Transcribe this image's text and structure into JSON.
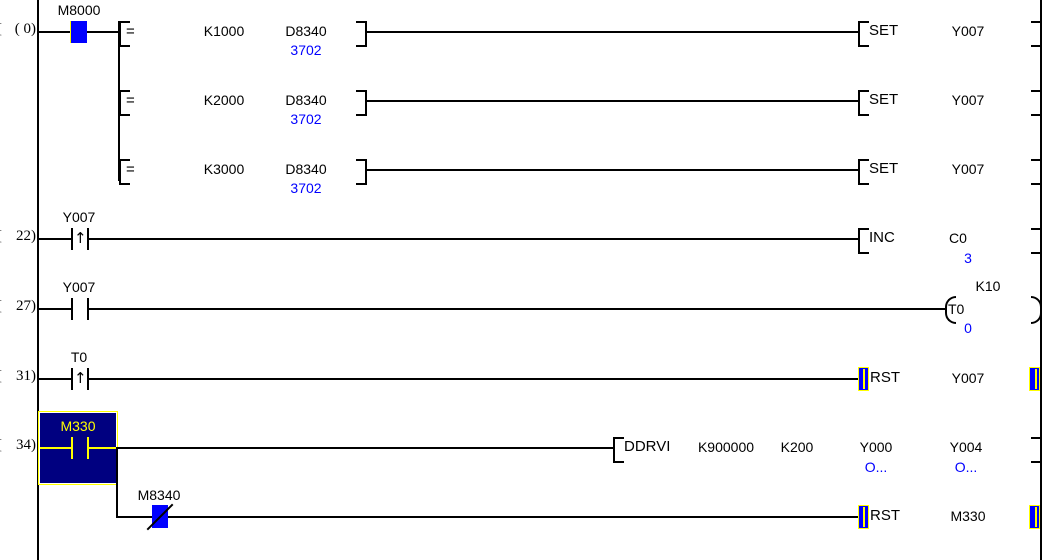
{
  "app": {
    "kind": "plc-ladder-editor",
    "title": "Ladder Program"
  },
  "colors": {
    "wire": "#000000",
    "device_text": "#000000",
    "monitor_value": "#0000ff",
    "energized": "#0000ff",
    "selection_fill": "#000080",
    "selection_border": "#ffff00"
  },
  "rungs": [
    {
      "step": "(    0)",
      "input": {
        "device": "M8000",
        "type": "no-contact",
        "state": "on"
      },
      "branches": [
        {
          "compare": "=",
          "op1": "K1000",
          "op2": "D8340",
          "op2_value": "3702",
          "output": {
            "instruction": "SET",
            "device": "Y007"
          }
        },
        {
          "compare": "=",
          "op1": "K2000",
          "op2": "D8340",
          "op2_value": "3702",
          "output": {
            "instruction": "SET",
            "device": "Y007"
          }
        },
        {
          "compare": "=",
          "op1": "K3000",
          "op2": "D8340",
          "op2_value": "3702",
          "output": {
            "instruction": "SET",
            "device": "Y007"
          }
        }
      ]
    },
    {
      "step": "22)",
      "input": {
        "device": "Y007",
        "type": "rising-edge-contact",
        "state": "off"
      },
      "output": {
        "instruction": "INC",
        "device": "C0",
        "value": "3"
      }
    },
    {
      "step": "27)",
      "input": {
        "device": "Y007",
        "type": "no-contact",
        "state": "off"
      },
      "output": {
        "instruction": "coil",
        "device": "T0",
        "preset": "K10",
        "value": "0"
      }
    },
    {
      "step": "31)",
      "input": {
        "device": "T0",
        "type": "rising-edge-contact",
        "state": "off"
      },
      "output": {
        "instruction": "RST",
        "device": "Y007",
        "selected": true
      }
    },
    {
      "step": "34)",
      "input": {
        "device": "M330",
        "type": "no-contact",
        "state": "off",
        "selected": true
      },
      "output": {
        "instruction": "DDRVI",
        "op1": "K900000",
        "op2": "K200",
        "op3": "Y000",
        "op3_value": "O...",
        "op4": "Y004",
        "op4_value": "O..."
      },
      "sub": {
        "input": {
          "device": "M8340",
          "type": "nc-contact",
          "state": "on"
        },
        "output": {
          "instruction": "RST",
          "device": "M330",
          "selected": true
        }
      }
    }
  ],
  "step_brackets": [
    "[",
    "[",
    "[",
    "[",
    "["
  ]
}
